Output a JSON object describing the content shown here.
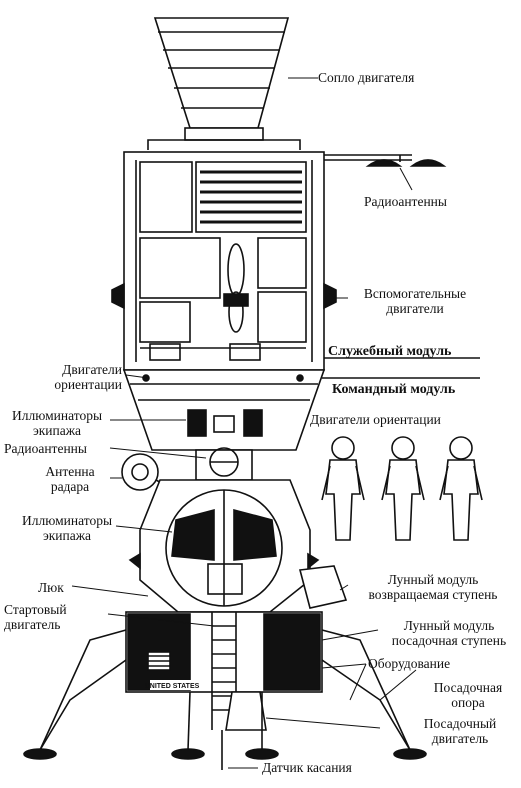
{
  "labels": {
    "engine_nozzle": "Сопло двигателя",
    "radio_antennas_top": "Радиоантенны",
    "aux_engines": [
      "Вспомогательные",
      "двигатели"
    ],
    "service_module": "Служебный модуль",
    "command_module": "Командный модуль",
    "attitude_engines_left": [
      "Двигатели",
      "ориентации"
    ],
    "attitude_engines_right": "Двигатели ориентации",
    "crew_windows_upper": [
      "Иллюминаторы",
      "экипажа"
    ],
    "radio_antennas_left": "Радиоантенны",
    "radar_antenna": [
      "Антенна",
      "радара"
    ],
    "crew_windows_lower": [
      "Иллюминаторы",
      "экипажа"
    ],
    "hatch": "Люк",
    "ascent_engine": [
      "Стартовый",
      "двигатель"
    ],
    "lm_ascent_stage": [
      "Лунный модуль",
      "возвращаемая ступень"
    ],
    "lm_descent_stage": [
      "Лунный модуль",
      "посадочная ступень"
    ],
    "equipment": "Оборудование",
    "landing_leg": [
      "Посадочная",
      "опора"
    ],
    "descent_engine": [
      "Посадочный",
      "двигатель"
    ],
    "contact_sensor": "Датчик касания",
    "flag_text": "UNITED STATES"
  },
  "colors": {
    "ink": "#111111",
    "paper": "#ffffff"
  },
  "astronaut_count": 3
}
